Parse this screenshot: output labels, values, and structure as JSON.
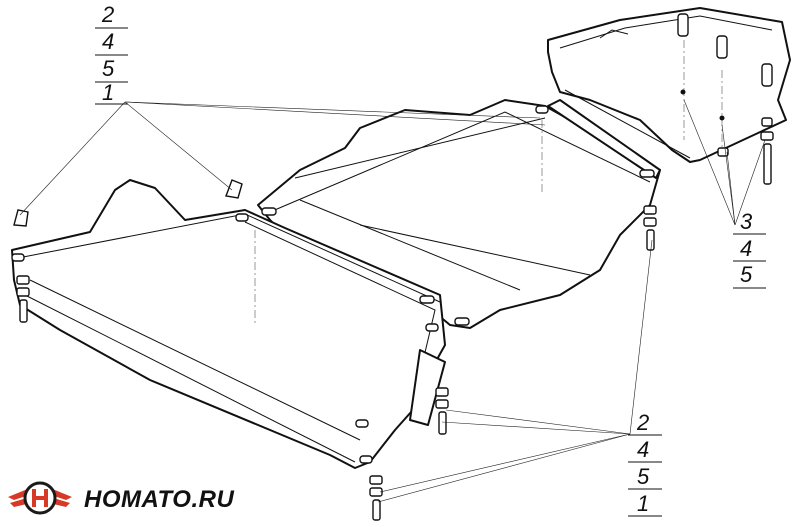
{
  "callouts": {
    "top_left": [
      "2",
      "4",
      "5",
      "1"
    ],
    "right": [
      "3",
      "4",
      "5"
    ],
    "bottom_right": [
      "2",
      "4",
      "5",
      "1"
    ]
  },
  "logo": {
    "text": "HOMATO.RU",
    "icon": "winged-h-logo-icon",
    "colors": {
      "wing": "#d63a26",
      "ring": "#1a1a1a"
    }
  }
}
